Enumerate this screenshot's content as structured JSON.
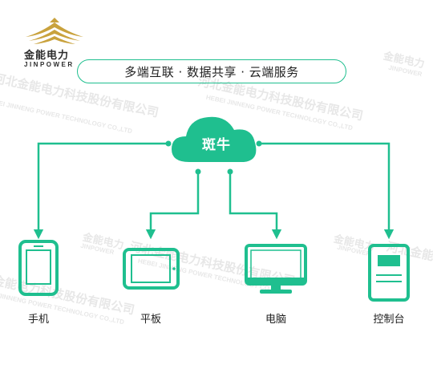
{
  "logo": {
    "name": "金能电力",
    "sub": "JINPOWER",
    "accent": "#c9a23d"
  },
  "slogan": "多端互联 · 数据共享 · 云端服务",
  "cloud": {
    "label": "斑牛",
    "color": "#1fbf8f"
  },
  "devices": [
    {
      "label": "手机",
      "icon": "smartphone-icon"
    },
    {
      "label": "平板",
      "icon": "tablet-icon"
    },
    {
      "label": "电脑",
      "icon": "monitor-icon"
    },
    {
      "label": "控制台",
      "icon": "console-icon"
    }
  ],
  "watermark": {
    "company_cn": "河北金能电力科技股份有限公司",
    "company_en": "HEBEI JINNENG POWER TECHNOLOGY CO.,LTD",
    "brand": "金能电力",
    "brand_en": "JINPOWER"
  },
  "colors": {
    "accent": "#1fbf8f",
    "text": "#222222"
  }
}
